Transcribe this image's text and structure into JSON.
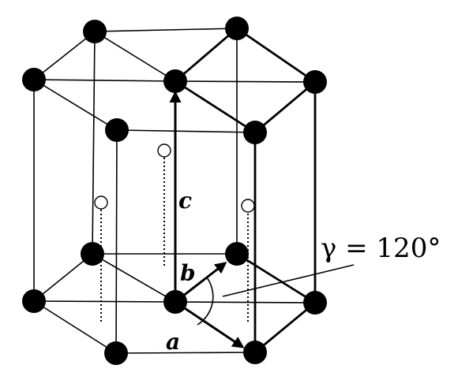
{
  "labels": {
    "a": "a",
    "b": "b",
    "c": "c",
    "angle": "γ = 120°"
  }
}
